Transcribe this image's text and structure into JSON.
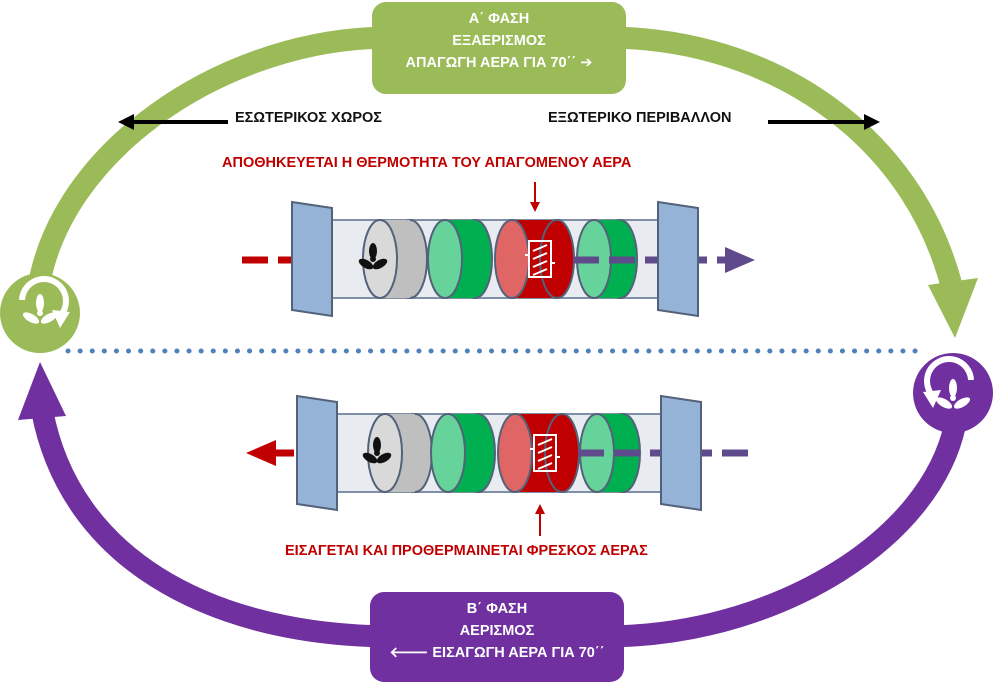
{
  "phase_a": {
    "line1": "Α΄ ΦΑΣΗ",
    "line2": "ΕΞΑΕΡΙΣΜΟΣ",
    "line3": "ΑΠΑΓΩΓΗ ΑΕΡΑ ΓΙΑ 70΄΄ ➔",
    "color": "#9bbb59"
  },
  "phase_b": {
    "line1": "Β΄ ΦΑΣΗ",
    "line2": "ΑΕΡΙΣΜΟΣ",
    "line3": "🡐 ΕΙΣΑΓΩΓΗ ΑΕΡΑ ΓΙΑ 70΄΄",
    "color": "#7030a0"
  },
  "labels": {
    "interior": "ΕΣΩΤΕΡΙΚΟΣ ΧΩΡΟΣ",
    "exterior": "ΕΞΩΤΕΡΙΚΟ ΠΕΡΙΒΑΛΛΟΝ",
    "note_top": "ΑΠΟΘΗΚΕΥΕΤΑΙ Η ΘΕΡΜΟΤΗΤΑ ΤΟΥ ΑΠΑΓΟΜΕΝΟΥ ΑΕΡΑ",
    "note_bottom": "ΕΙΣΑΓΕΤΑΙ ΚΑΙ ΠΡΟΘΕΡΜΑΙΝΕΤΑΙ ΦΡΕΣΚΟΣ ΑΕΡΑΣ"
  },
  "icons": {
    "left_fan": "fan-rotate-icon",
    "right_fan": "fan-rotate-reverse-icon",
    "unit_fan": "fan-icon",
    "heat_core": "heat-exchanger-icon"
  },
  "colors": {
    "green": "#9bbb59",
    "purple": "#7030a0",
    "red": "#c00000",
    "dark_green": "#00b050",
    "light_green": "#66d49a",
    "pale_red": "#e06666",
    "violet_air": "#5f4b8b",
    "dotted_line": "#4f81bd"
  }
}
